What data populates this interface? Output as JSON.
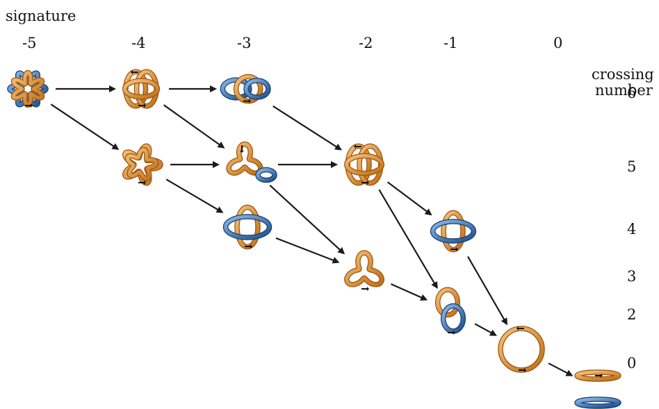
{
  "header": {
    "signature_label": "signature",
    "crossing_number_label_line1": "crossing",
    "crossing_number_label_line2": "number"
  },
  "signature_ticks": [
    "-5",
    "-4",
    "-3",
    "-2",
    "-1",
    "0"
  ],
  "crossing_ticks": [
    "6",
    "5",
    "4",
    "3",
    "2",
    "0"
  ],
  "colors": {
    "orange_strand": "#d98a2b",
    "orange_highlight": "#f6c27a",
    "blue_strand": "#2f6fb5",
    "blue_highlight": "#8cb8e8",
    "arrow": "#1a1a1a"
  },
  "knots": [
    {
      "id": "k1",
      "signature": "-5",
      "crossing_number": "6",
      "kind": "star",
      "lobes": 6,
      "colors": [
        "blue",
        "orange"
      ]
    },
    {
      "id": "k2",
      "signature": "-4",
      "crossing_number": "6",
      "kind": "twist",
      "lobes": 3,
      "colors": [
        "orange"
      ]
    },
    {
      "id": "k3",
      "signature": "-3",
      "crossing_number": "6",
      "kind": "chain",
      "lobes": 3,
      "colors": [
        "blue",
        "orange"
      ]
    },
    {
      "id": "k4",
      "signature": "-4",
      "crossing_number": "5",
      "kind": "star",
      "lobes": 5,
      "colors": [
        "orange"
      ]
    },
    {
      "id": "k5",
      "signature": "-3",
      "crossing_number": "5",
      "kind": "trefoil-link",
      "lobes": 3,
      "colors": [
        "orange",
        "blue"
      ]
    },
    {
      "id": "k6",
      "signature": "-2",
      "crossing_number": "5",
      "kind": "twist",
      "lobes": 3,
      "colors": [
        "orange"
      ]
    },
    {
      "id": "k7",
      "signature": "-3",
      "crossing_number": "4",
      "kind": "link-4",
      "lobes": 2,
      "colors": [
        "blue",
        "orange"
      ]
    },
    {
      "id": "k8",
      "signature": "-1",
      "crossing_number": "4",
      "kind": "link-4",
      "lobes": 2,
      "colors": [
        "blue",
        "orange"
      ]
    },
    {
      "id": "k9",
      "signature": "-2",
      "crossing_number": "3",
      "kind": "trefoil",
      "lobes": 3,
      "colors": [
        "orange"
      ]
    },
    {
      "id": "k10",
      "signature": "-1",
      "crossing_number": "2",
      "kind": "hopf",
      "lobes": 2,
      "colors": [
        "orange",
        "blue"
      ]
    },
    {
      "id": "k11",
      "signature": "0",
      "crossing_number": "0",
      "kind": "unknot",
      "lobes": 1,
      "colors": [
        "orange"
      ]
    },
    {
      "id": "k12",
      "signature": "",
      "crossing_number": "0",
      "kind": "unlink",
      "lobes": 2,
      "colors": [
        "orange",
        "blue"
      ]
    }
  ],
  "transitions": [
    [
      "k1",
      "k2"
    ],
    [
      "k2",
      "k3"
    ],
    [
      "k1",
      "k4"
    ],
    [
      "k2",
      "k5"
    ],
    [
      "k3",
      "k6"
    ],
    [
      "k4",
      "k5"
    ],
    [
      "k5",
      "k6"
    ],
    [
      "k4",
      "k7"
    ],
    [
      "k5",
      "k9"
    ],
    [
      "k6",
      "k8"
    ],
    [
      "k6",
      "k10"
    ],
    [
      "k7",
      "k9"
    ],
    [
      "k9",
      "k10"
    ],
    [
      "k8",
      "k11"
    ],
    [
      "k10",
      "k11"
    ],
    [
      "k11",
      "k12"
    ]
  ]
}
